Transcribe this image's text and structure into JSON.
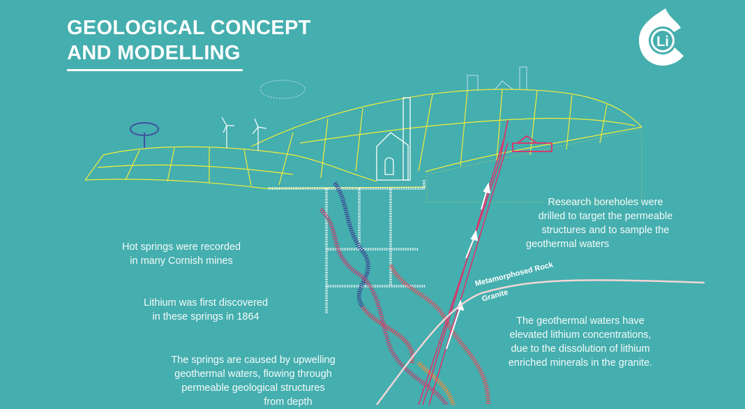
{
  "title": {
    "line1": "GEOLOGICAL CONCEPT",
    "line2": "AND MODELLING"
  },
  "logo": {
    "text": "Li",
    "icon": "water-drop-lithium-logo"
  },
  "labels": {
    "metamorphosed_rock": "Metamorphosed Rock",
    "granite": "Granite"
  },
  "notes": {
    "hot_springs": [
      "Hot springs were recorded",
      "in many Cornish mines"
    ],
    "lithium_discovered": [
      "Lithium was first discovered",
      "in these springs in 1864"
    ],
    "springs_caused": [
      "The springs are caused by upwelling",
      "geothermal waters, flowing through",
      "permeable geological structures",
      "from depth"
    ],
    "boreholes": [
      "Research boreholes were",
      "drilled to target the permeable",
      "structures and to sample the",
      "geothermal waters"
    ],
    "geothermal_waters": [
      "The geothermal waters have",
      "elevated lithium concentrations,",
      "due to the dissolution of lithium",
      "enriched minerals in the granite."
    ]
  },
  "colors": {
    "background": "#45aeae",
    "fields": "#f2ee3a",
    "drill": "#e0306a",
    "water_cold": "#2a3f8f",
    "water_hot": "#f08a3a"
  }
}
